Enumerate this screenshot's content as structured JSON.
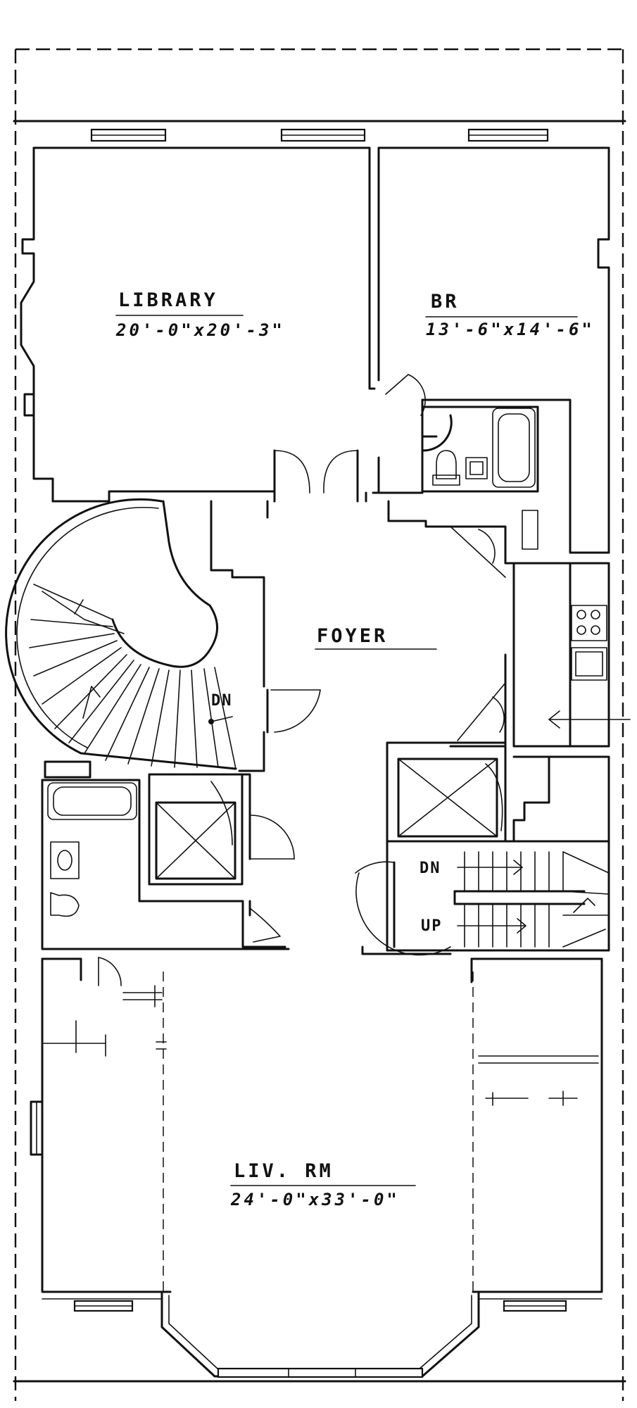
{
  "rooms": {
    "library": {
      "name": "LIBRARY",
      "dims": "20'-0\"x20'-3\""
    },
    "br": {
      "name": "BR",
      "dims": "13'-6\"x14'-6\""
    },
    "foyer": {
      "name": "FOYER"
    },
    "living": {
      "name": "LIV. RM",
      "dims": "24'-0\"x33'-0\""
    }
  },
  "stair_labels": {
    "spiral_dn": "DN",
    "service_dn": "DN",
    "service_up": "UP"
  }
}
